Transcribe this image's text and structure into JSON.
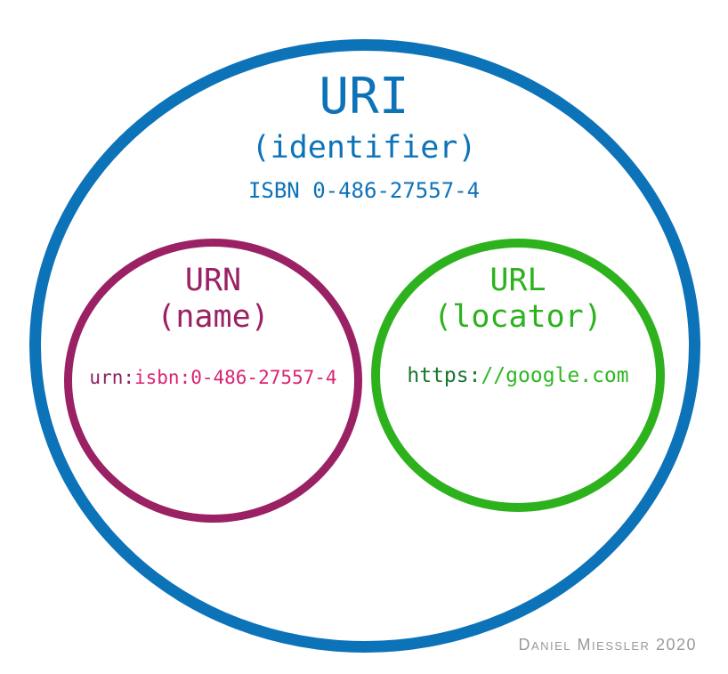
{
  "diagram": {
    "uri": {
      "title": "URI",
      "subtitle": "(identifier)",
      "example": "ISBN 0-486-27557-4",
      "circle_color": "#0d73b9",
      "text_color": "#0d73b9"
    },
    "urn": {
      "title": "URN",
      "subtitle": "(name)",
      "example_prefix": "urn:",
      "example_suffix": "isbn:0-486-27557-4",
      "circle_color": "#9a2164",
      "title_color": "#9a2164",
      "example_prefix_color": "#8e2060",
      "example_suffix_color": "#d92373"
    },
    "url": {
      "title": "URL",
      "subtitle": "(locator)",
      "example_prefix": "https:",
      "example_suffix": "//google.com",
      "circle_color": "#2db21e",
      "title_color": "#2db21e",
      "example_prefix_color": "#17762e",
      "example_suffix_color": "#2eb822"
    },
    "attribution": "Daniel Miessler 2020"
  }
}
